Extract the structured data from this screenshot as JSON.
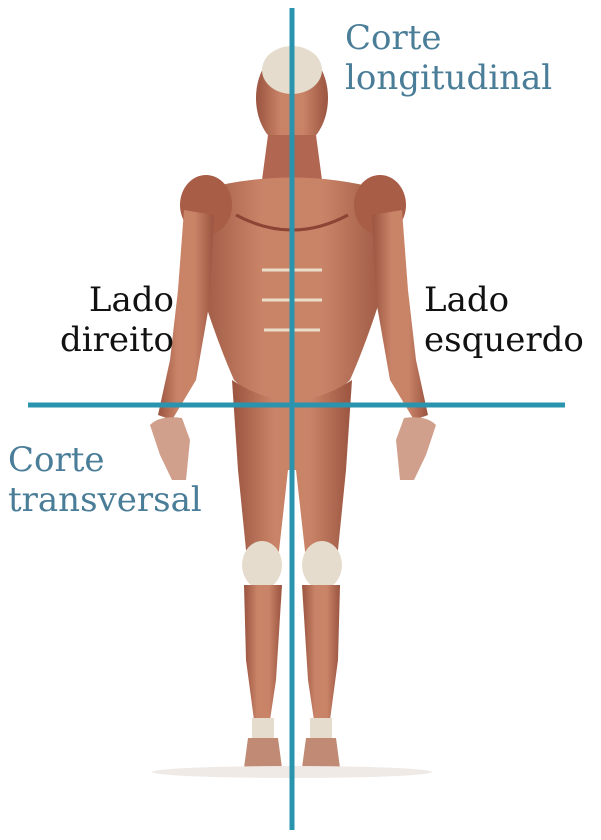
{
  "labels": {
    "longitudinal": [
      "Corte",
      "longitudinal"
    ],
    "right_side": [
      "Lado",
      "direito"
    ],
    "left_side": [
      "Lado",
      "esquerdo"
    ],
    "transversal": [
      "Corte",
      "transversal"
    ]
  },
  "colors": {
    "cut_line": "#2a93ad",
    "label_blue": "#4a7d97",
    "label_black": "#111111",
    "muscle": "#b46a52",
    "muscle_dark": "#8a4535",
    "tendon": "#e9dcc8"
  }
}
